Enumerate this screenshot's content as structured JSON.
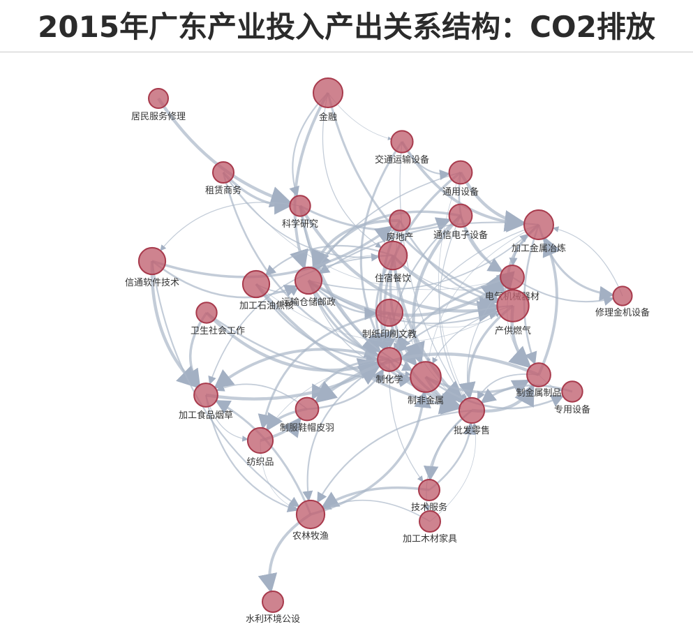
{
  "title": "2015年广东产业投入产出关系结构：CO2排放",
  "colors": {
    "node_fill": "#c0606f",
    "node_stroke": "#a83a4c",
    "edge": "#a9b6c8",
    "label": "#333333"
  },
  "nodes": [
    {
      "id": "jmfw",
      "label": "居民服务修理",
      "size": 1
    },
    {
      "id": "jr",
      "label": "金融",
      "size": 4
    },
    {
      "id": "jtys",
      "label": "交通运输设备",
      "size": 1.5
    },
    {
      "id": "zlsw",
      "label": "租赁商务",
      "size": 1.3
    },
    {
      "id": "tysb",
      "label": "通用设备",
      "size": 1.8
    },
    {
      "id": "kxyj",
      "label": "科学研究",
      "size": 1.2
    },
    {
      "id": "fdc",
      "label": "房地产",
      "size": 1.2
    },
    {
      "id": "txdz",
      "label": "通信电子设备",
      "size": 1.8
    },
    {
      "id": "jgjs",
      "label": "加工金属冶炼",
      "size": 4
    },
    {
      "id": "xtrj",
      "label": "信通软件技术",
      "size": 3
    },
    {
      "id": "zscy",
      "label": "住宿餐饮",
      "size": 3.6
    },
    {
      "id": "jgsy",
      "label": "加工石油焦核",
      "size": 3
    },
    {
      "id": "yscc",
      "label": "运输仓储邮政",
      "size": 3
    },
    {
      "id": "dqjx",
      "label": "电气机械器材",
      "size": 2
    },
    {
      "id": "xljj",
      "label": "修理金机设备",
      "size": 0.9
    },
    {
      "id": "wssh",
      "label": "卫生社会工作",
      "size": 1.2
    },
    {
      "id": "zzys",
      "label": "制纸印刷文教",
      "size": 3
    },
    {
      "id": "cgrq",
      "label": "产供燃气",
      "size": 5
    },
    {
      "id": "zhx",
      "label": "制化学",
      "size": 2
    },
    {
      "id": "zfjs",
      "label": "制非金属",
      "size": 4.5
    },
    {
      "id": "zjsz",
      "label": "制金属制品",
      "size": 2
    },
    {
      "id": "zysb",
      "label": "专用设备",
      "size": 1.2
    },
    {
      "id": "jgsp",
      "label": "加工食品烟草",
      "size": 2
    },
    {
      "id": "zfxm",
      "label": "制服鞋帽皮羽",
      "size": 1.8
    },
    {
      "id": "pfls",
      "label": "批发零售",
      "size": 2.5
    },
    {
      "id": "fzp",
      "label": "纺织品",
      "size": 2.5
    },
    {
      "id": "jsfw",
      "label": "技术服务",
      "size": 1.3
    },
    {
      "id": "nlmy",
      "label": "农林牧渔",
      "size": 3.5
    },
    {
      "id": "jgmc",
      "label": "加工木材家具",
      "size": 1.3
    },
    {
      "id": "slhj",
      "label": "水利环境公设",
      "size": 1.3
    }
  ],
  "edges": [
    [
      "jr",
      "jtys"
    ],
    [
      "jr",
      "yscc"
    ],
    [
      "jr",
      "cgrq"
    ],
    [
      "jr",
      "kxyj"
    ],
    [
      "jr",
      "zscy"
    ],
    [
      "jmfw",
      "kxyj"
    ],
    [
      "zlsw",
      "kxyj"
    ],
    [
      "zlsw",
      "zhx"
    ],
    [
      "zlsw",
      "zscy"
    ],
    [
      "zlsw",
      "dqjx"
    ],
    [
      "kxyj",
      "zhx"
    ],
    [
      "kxyj",
      "txdz"
    ],
    [
      "kxyj",
      "zfjs"
    ],
    [
      "kxyj",
      "xtrj"
    ],
    [
      "kxyj",
      "cgrq"
    ],
    [
      "fdc",
      "zhx"
    ],
    [
      "fdc",
      "cgrq"
    ],
    [
      "fdc",
      "zscy"
    ],
    [
      "fdc",
      "pfls"
    ],
    [
      "fdc",
      "yscc"
    ],
    [
      "txdz",
      "dqjx"
    ],
    [
      "txdz",
      "zhx"
    ],
    [
      "txdz",
      "pfls"
    ],
    [
      "txdz",
      "zfjs"
    ],
    [
      "txdz",
      "yscc"
    ],
    [
      "jgjs",
      "zjsz"
    ],
    [
      "jgjs",
      "dqjx"
    ],
    [
      "jgjs",
      "zfjs"
    ],
    [
      "jgjs",
      "cgrq"
    ],
    [
      "jgjs",
      "xljj"
    ],
    [
      "jgjs",
      "yscc"
    ],
    [
      "jgjs",
      "zhx"
    ],
    [
      "tysb",
      "jgjs"
    ],
    [
      "tysb",
      "zhx"
    ],
    [
      "tysb",
      "dqjx"
    ],
    [
      "tysb",
      "yscc"
    ],
    [
      "tysb",
      "pfls"
    ],
    [
      "jtys",
      "jgjs"
    ],
    [
      "jtys",
      "zhx"
    ],
    [
      "jtys",
      "tysb"
    ],
    [
      "jtys",
      "pfls"
    ],
    [
      "xtrj",
      "jgsp"
    ],
    [
      "xtrj",
      "fdc"
    ],
    [
      "xtrj",
      "yscc"
    ],
    [
      "zscy",
      "jgsp"
    ],
    [
      "zscy",
      "yscc"
    ],
    [
      "zscy",
      "cgrq"
    ],
    [
      "zscy",
      "zhx"
    ],
    [
      "zscy",
      "jgsy"
    ],
    [
      "zscy",
      "dqjx"
    ],
    [
      "zscy",
      "pfls"
    ],
    [
      "zscy",
      "zfjs"
    ],
    [
      "jgsy",
      "zhx"
    ],
    [
      "jgsy",
      "yscc"
    ],
    [
      "jgsy",
      "cgrq"
    ],
    [
      "jgsy",
      "pfls"
    ],
    [
      "yscc",
      "zhx"
    ],
    [
      "yscc",
      "cgrq"
    ],
    [
      "yscc",
      "zfjs"
    ],
    [
      "yscc",
      "dqjx"
    ],
    [
      "yscc",
      "pfls"
    ],
    [
      "yscc",
      "zzys"
    ],
    [
      "yscc",
      "jgjs"
    ],
    [
      "dqjx",
      "zjsz"
    ],
    [
      "dqjx",
      "cgrq"
    ],
    [
      "dqjx",
      "zhx"
    ],
    [
      "dqjx",
      "xljj"
    ],
    [
      "dqjx",
      "pfls"
    ],
    [
      "wssh",
      "zhx"
    ],
    [
      "wssh",
      "jgsp"
    ],
    [
      "wssh",
      "zfjs"
    ],
    [
      "zzys",
      "zhx"
    ],
    [
      "zzys",
      "cgrq"
    ],
    [
      "zzys",
      "pfls"
    ],
    [
      "zzys",
      "fzp"
    ],
    [
      "cgrq",
      "zhx"
    ],
    [
      "cgrq",
      "zfjs"
    ],
    [
      "cgrq",
      "zjsz"
    ],
    [
      "cgrq",
      "pfls"
    ],
    [
      "zhx",
      "zfjs"
    ],
    [
      "zhx",
      "pfls"
    ],
    [
      "zhx",
      "fzp"
    ],
    [
      "zhx",
      "jgsp"
    ],
    [
      "zhx",
      "zfxm"
    ],
    [
      "zhx",
      "nlmy"
    ],
    [
      "zhx",
      "jsfw"
    ],
    [
      "zfjs",
      "pfls"
    ],
    [
      "zfjs",
      "zjsz"
    ],
    [
      "zfjs",
      "zysb"
    ],
    [
      "zjsz",
      "pfls"
    ],
    [
      "zjsz",
      "zysb"
    ],
    [
      "zjsz",
      "jgjs"
    ],
    [
      "zysb",
      "pfls"
    ],
    [
      "jgsp",
      "nlmy"
    ],
    [
      "jgsp",
      "fzp"
    ],
    [
      "jgsp",
      "zhx"
    ],
    [
      "zfxm",
      "fzp"
    ],
    [
      "zfxm",
      "zhx"
    ],
    [
      "zfxm",
      "jgsp"
    ],
    [
      "fzp",
      "nlmy"
    ],
    [
      "fzp",
      "zfxm"
    ],
    [
      "pfls",
      "jsfw"
    ],
    [
      "pfls",
      "nlmy"
    ],
    [
      "pfls",
      "jgmc"
    ],
    [
      "pfls",
      "zjsz"
    ],
    [
      "jsfw",
      "nlmy"
    ],
    [
      "jsfw",
      "pfls"
    ],
    [
      "jgmc",
      "nlmy"
    ],
    [
      "jgmc",
      "pfls"
    ],
    [
      "nlmy",
      "slhj"
    ],
    [
      "nlmy",
      "jgsp"
    ],
    [
      "xtrj",
      "nlmy"
    ],
    [
      "xljj",
      "jgjs"
    ],
    [
      "zjsz",
      "zfxm"
    ],
    [
      "nlmy",
      "zfjs"
    ]
  ]
}
